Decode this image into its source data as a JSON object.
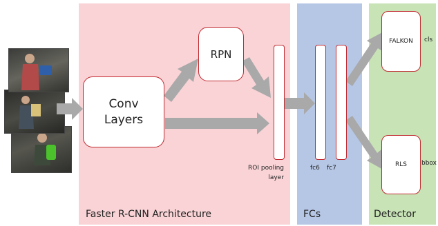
{
  "sections": {
    "faster_rcnn": {
      "label": "Faster R-CNN Architecture",
      "color": "#f9d3d6"
    },
    "fcs": {
      "label": "FCs",
      "color": "#b6c7e6"
    },
    "detector": {
      "label": "Detector",
      "color": "#c8e3b6"
    }
  },
  "nodes": {
    "conv": {
      "line1": "Conv",
      "line2": "Layers"
    },
    "rpn": {
      "label": "RPN"
    },
    "roi": {
      "line1": "ROI pooling",
      "line2": "layer"
    },
    "fc6": {
      "label": "fc6"
    },
    "fc7": {
      "label": "fc7"
    },
    "falkon": {
      "label": "FALKON"
    },
    "rls": {
      "label": "RLS"
    }
  },
  "outputs": {
    "cls": "cls",
    "bbox": "bbox"
  },
  "colors": {
    "box_border": "#c0282e",
    "arrow": "#a9a9a9"
  }
}
